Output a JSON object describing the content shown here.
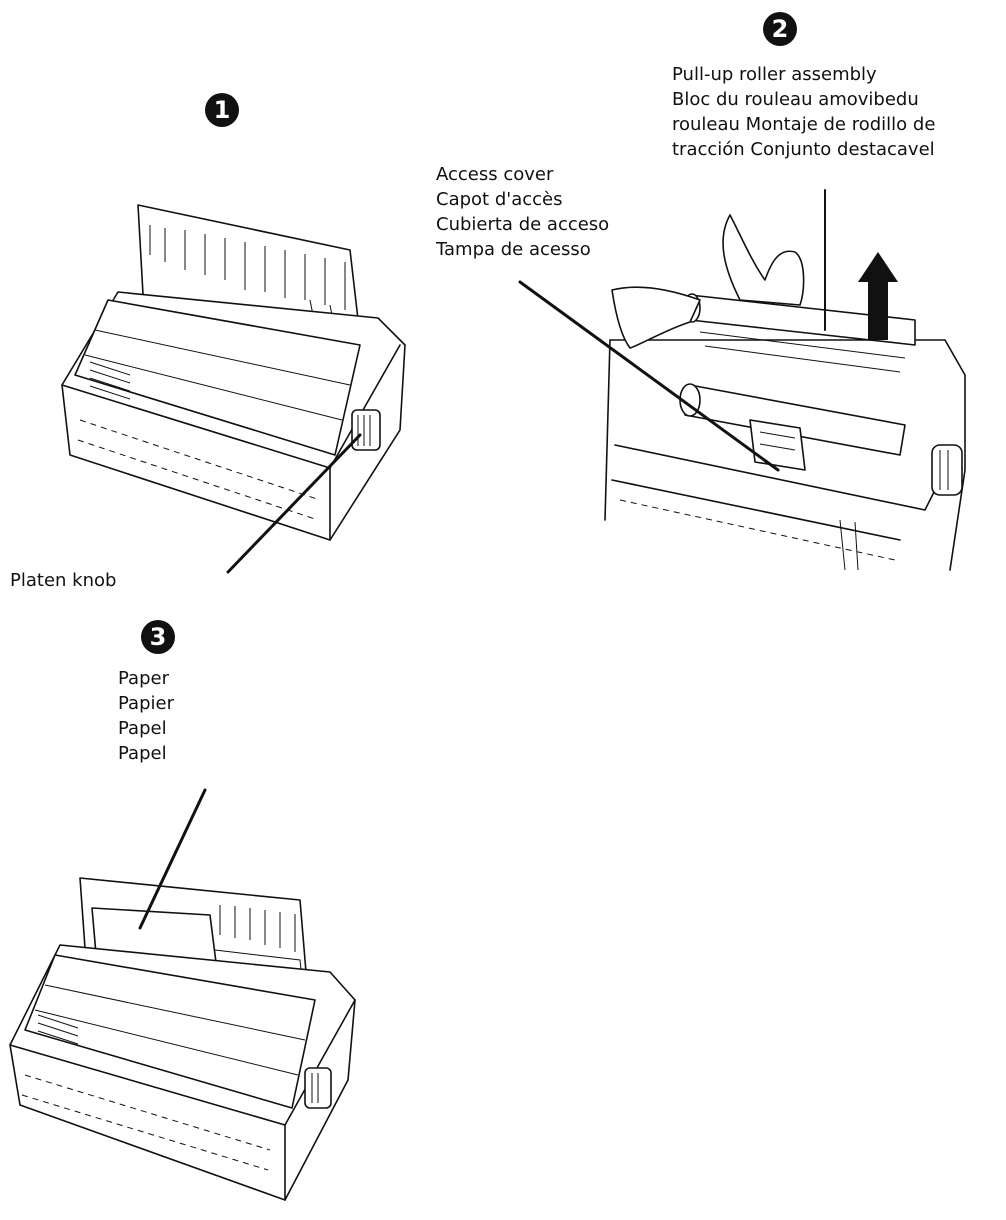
{
  "steps": {
    "step1": {
      "number": "1"
    },
    "step2": {
      "number": "2",
      "roller_labels": [
        "Pull-up roller assembly",
        "Bloc du rouleau amovibedu",
        "rouleau Montaje de rodillo de",
        "tracción Conjunto destacavel"
      ],
      "cover_labels": [
        "Access cover",
        "Capot d'accès",
        "Cubierta de acceso",
        "Tampa de acesso"
      ]
    },
    "step3": {
      "number": "3",
      "paper_labels": [
        "Paper",
        "Papier",
        "Papel",
        "Papel"
      ]
    }
  },
  "knob_label": "Platen knob",
  "colors": {
    "ink": "#111111",
    "background": "#ffffff"
  }
}
